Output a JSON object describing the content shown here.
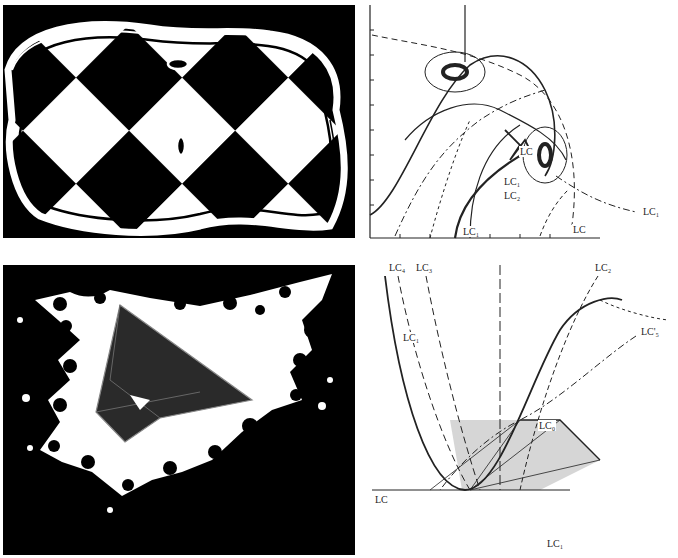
{
  "diagram": {
    "labels": [
      "LC₁",
      "LC",
      "LC₁",
      "LC₂",
      "LC₁",
      "LC",
      "LC₄",
      "LC₃",
      "LC₂",
      "LC'₅",
      "LC₁",
      "LC₀",
      "LC",
      "LC₁"
    ]
  }
}
